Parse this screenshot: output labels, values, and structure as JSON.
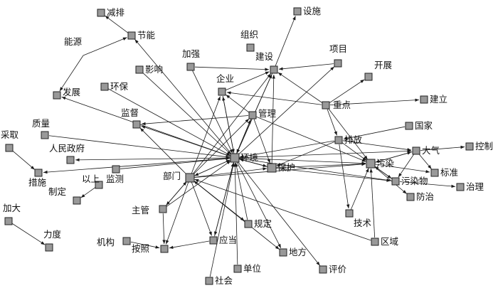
{
  "colors": {
    "node_fill": "#999999",
    "node_stroke": "#222222",
    "edge": "#1a1a1a",
    "background": "#ffffff"
  },
  "nodes": [
    {
      "id": "jianpai",
      "label": "减排"
    },
    {
      "id": "jieneng",
      "label": "节能"
    },
    {
      "id": "nengyuan",
      "label": "能源"
    },
    {
      "id": "fazhan",
      "label": "发展"
    },
    {
      "id": "sheshi",
      "label": "设施"
    },
    {
      "id": "zuzhi",
      "label": "组织"
    },
    {
      "id": "jianshe",
      "label": "建设"
    },
    {
      "id": "xiangmu",
      "label": "项目"
    },
    {
      "id": "kaizhan",
      "label": "开展"
    },
    {
      "id": "jiaqiang",
      "label": "加强"
    },
    {
      "id": "yingxiang",
      "label": "影响"
    },
    {
      "id": "qiye",
      "label": "企业"
    },
    {
      "id": "huanbao",
      "label": "环保"
    },
    {
      "id": "jianli",
      "label": "建立"
    },
    {
      "id": "zhongdian",
      "label": "重点"
    },
    {
      "id": "guanli",
      "label": "管理"
    },
    {
      "id": "jiandu",
      "label": "监督"
    },
    {
      "id": "zhiliang",
      "label": "质量"
    },
    {
      "id": "guojia",
      "label": "国家"
    },
    {
      "id": "paifang",
      "label": "排放"
    },
    {
      "id": "daqi",
      "label": "大气"
    },
    {
      "id": "kongzhi",
      "label": "控制"
    },
    {
      "id": "caiqu",
      "label": "采取"
    },
    {
      "id": "renmin",
      "label": "人民政府"
    },
    {
      "id": "huanjing",
      "label": "环境"
    },
    {
      "id": "wuran",
      "label": "污染"
    },
    {
      "id": "baohu",
      "label": "保护"
    },
    {
      "id": "biaozhun",
      "label": "标准"
    },
    {
      "id": "cuoshi",
      "label": "措施"
    },
    {
      "id": "jiance",
      "label": "监测"
    },
    {
      "id": "bumen",
      "label": "部门"
    },
    {
      "id": "wuranwu",
      "label": "污染物"
    },
    {
      "id": "zhili",
      "label": "治理"
    },
    {
      "id": "yishang",
      "label": "以上"
    },
    {
      "id": "fangzhi",
      "label": "防治"
    },
    {
      "id": "zhiding",
      "label": "制定"
    },
    {
      "id": "zhuguan",
      "label": "主管"
    },
    {
      "id": "jishu",
      "label": "技术"
    },
    {
      "id": "jiada",
      "label": "加大"
    },
    {
      "id": "guiding",
      "label": "规定"
    },
    {
      "id": "quyu",
      "label": "区域"
    },
    {
      "id": "lidu",
      "label": "力度"
    },
    {
      "id": "jigou",
      "label": "机构"
    },
    {
      "id": "anzhao",
      "label": "按照"
    },
    {
      "id": "yingdang",
      "label": "应当"
    },
    {
      "id": "difang",
      "label": "地方"
    },
    {
      "id": "danwei",
      "label": "单位"
    },
    {
      "id": "pingjia",
      "label": "评价"
    },
    {
      "id": "shehui",
      "label": "社会"
    }
  ],
  "edges": [
    [
      "jieneng",
      "jianpai"
    ],
    [
      "nengyuan",
      "jieneng"
    ],
    [
      "nengyuan",
      "fazhan"
    ],
    [
      "huanjing",
      "jieneng"
    ],
    [
      "huanjing",
      "fazhan"
    ],
    [
      "jianshe",
      "sheshi"
    ],
    [
      "qiye",
      "jianshe"
    ],
    [
      "jiaqiang",
      "jianshe"
    ],
    [
      "xiangmu",
      "jianshe"
    ],
    [
      "zhongdian",
      "jianshe"
    ],
    [
      "huanjing",
      "jianshe"
    ],
    [
      "baohu",
      "jianshe"
    ],
    [
      "huanjing",
      "xiangmu"
    ],
    [
      "zhongdian",
      "kaizhan"
    ],
    [
      "zhongdian",
      "jianli"
    ],
    [
      "zhongdian",
      "qiye"
    ],
    [
      "guanli",
      "qiye"
    ],
    [
      "huanjing",
      "qiye"
    ],
    [
      "bumen",
      "qiye"
    ],
    [
      "jiaqiang",
      "huanjing"
    ],
    [
      "yingxiang",
      "huanjing"
    ],
    [
      "guanli",
      "jiandu"
    ],
    [
      "huanjing",
      "guanli"
    ],
    [
      "bumen",
      "guanli"
    ],
    [
      "zhongdian",
      "paifang"
    ],
    [
      "huanjing",
      "jiandu"
    ],
    [
      "bumen",
      "jiandu"
    ],
    [
      "zhiliang",
      "huanjing"
    ],
    [
      "paifang",
      "wuran"
    ],
    [
      "paifang",
      "huanjing"
    ],
    [
      "paifang",
      "baohu"
    ],
    [
      "guojia",
      "paifang"
    ],
    [
      "paifang",
      "jishu"
    ],
    [
      "paifang",
      "daqi"
    ],
    [
      "daqi",
      "kongzhi"
    ],
    [
      "daqi",
      "wuran"
    ],
    [
      "daqi",
      "wuranwu"
    ],
    [
      "daqi",
      "biaozhun"
    ],
    [
      "wuran",
      "daqi"
    ],
    [
      "wuran",
      "fangzhi"
    ],
    [
      "wuran",
      "wuranwu"
    ],
    [
      "wuran",
      "biaozhun"
    ],
    [
      "wuranwu",
      "zhili"
    ],
    [
      "wuranwu",
      "wuran"
    ],
    [
      "huanjing",
      "wuran"
    ],
    [
      "baohu",
      "wuran"
    ],
    [
      "huanjing",
      "baohu"
    ],
    [
      "baohu",
      "huanjing"
    ],
    [
      "huanjing",
      "renmin"
    ],
    [
      "huanjing",
      "cuoshi"
    ],
    [
      "caiqu",
      "cuoshi"
    ],
    [
      "jiance",
      "huanjing"
    ],
    [
      "bumen",
      "huanjing"
    ],
    [
      "bumen",
      "baohu"
    ],
    [
      "bumen",
      "wuran"
    ],
    [
      "huanjing",
      "bumen"
    ],
    [
      "zhuguan",
      "bumen"
    ],
    [
      "yishang",
      "zhiding"
    ],
    [
      "bumen",
      "zhuguan"
    ],
    [
      "jiada",
      "lidu"
    ],
    [
      "zhuguan",
      "huanjing"
    ],
    [
      "zhuguan",
      "anzhao"
    ],
    [
      "jigou",
      "anzhao"
    ],
    [
      "guiding",
      "bumen"
    ],
    [
      "guiding",
      "huanjing"
    ],
    [
      "bumen",
      "guiding"
    ],
    [
      "yingdang",
      "huanjing"
    ],
    [
      "yingdang",
      "anzhao"
    ],
    [
      "bumen",
      "yingdang"
    ],
    [
      "huanjing",
      "yingdang"
    ],
    [
      "huanjing",
      "difang"
    ],
    [
      "bumen",
      "difang"
    ],
    [
      "danwei",
      "huanjing"
    ],
    [
      "huanjing",
      "pingjia"
    ],
    [
      "shehui",
      "huanjing"
    ],
    [
      "bumen",
      "anzhao"
    ],
    [
      "quyu",
      "wuran"
    ],
    [
      "quyu",
      "bumen"
    ],
    [
      "jishu",
      "wuran"
    ],
    [
      "baohu",
      "wuranwu"
    ],
    [
      "huanjing",
      "wuranwu"
    ],
    [
      "zhongdian",
      "wuran"
    ],
    [
      "guanli",
      "huanjing"
    ],
    [
      "guanli",
      "baohu"
    ],
    [
      "guanli",
      "wuran"
    ],
    [
      "qiye",
      "huanjing"
    ],
    [
      "bumen",
      "jianshe"
    ],
    [
      "huanjing",
      "daqi"
    ],
    [
      "jianshe",
      "huanjing"
    ],
    [
      "huanbao",
      "huanjing"
    ]
  ]
}
